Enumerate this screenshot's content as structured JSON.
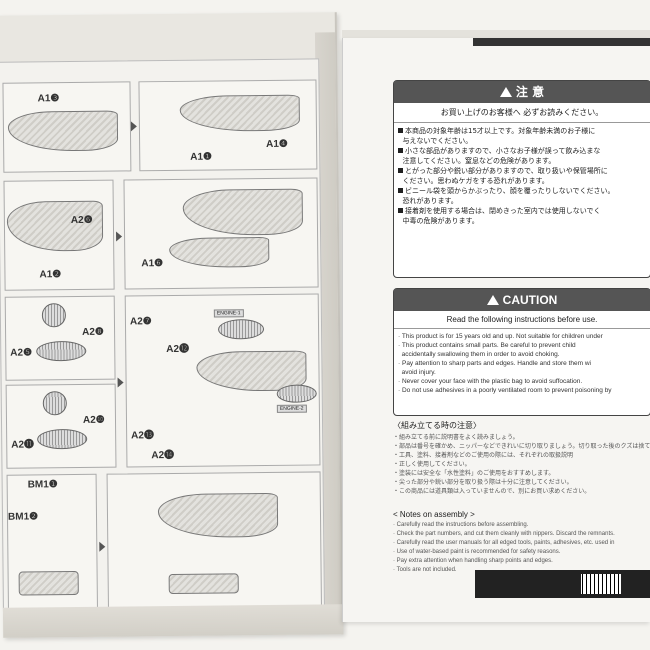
{
  "left_lid": {
    "part_labels": [
      "A1❸",
      "A1❶",
      "A1❹",
      "A2❻",
      "A1❷",
      "A1❻",
      "A2❽",
      "A2❺",
      "A2❼",
      "A2❿",
      "A2⓫",
      "A2⓬",
      "A2⓭",
      "A2⓮",
      "BM1❶",
      "BM1❷"
    ],
    "engine_tags": [
      "ENGINE-1",
      "ENGINE-2"
    ]
  },
  "right_lid": {
    "jp_caution": {
      "heading": "注 意",
      "subheading": "お買い上げのお客様へ 必ずお読みください。",
      "items": [
        "本商品の対象年齢は15才以上です。対象年齢未満のお子様に",
        "与えないでください。",
        "小さな部品がありますので、小さなお子様が誤って飲み込まな",
        "注意してください。窒息などの危険があります。",
        "とがった部分や鋭い部分がありますので、取り扱いや保管場所に",
        "ください。思わぬケガをする恐れがあります。",
        "ビニール袋を頭からかぶったり、顔を覆ったりしないでください。",
        "恐れがあります。",
        "接着剤を使用する場合は、閉めきった室内では使用しないでく",
        "中毒の危険があります。"
      ]
    },
    "en_caution": {
      "heading": "CAUTION",
      "subheading": "Read the following instructions before use.",
      "items": [
        "This product is for 15 years old and up. Not suitable for children under",
        "This product contains small parts. Be careful to prevent child",
        "accidentally swallowing them in order to avoid choking.",
        "Pay attention to sharp parts and edges. Handle and store them wi",
        "avoid injury.",
        "Never cover your face with the plastic bag to avoid suffocation.",
        "Do not use adhesives in a poorly ventilated room to prevent poisoning by"
      ]
    },
    "jp_notes": {
      "title": "〈組み立てる時の注意〉",
      "items": [
        "・組み立てる前に説明書をよく読みましょう。",
        "・部品は番号を確かめ、ニッパーなどできれいに切り取りましょう。切り取った後のクズは捨てて",
        "・工具、塗料、接着剤などのご使用の際には、それぞれの取扱説明",
        "・正しく使用してください。",
        "・塗装には安全な「水性塗料」のご使用をおすすめします。",
        "・尖った部分や鋭い部分を取り扱う際は十分に注意してください。",
        "・この商品には道具類は入っていませんので、別にお買い求めください。"
      ]
    },
    "en_notes": {
      "title": "< Notes on assembly >",
      "items": [
        "Carefully read the instructions before assembling.",
        "Check the part numbers, and cut them cleanly with nippers. Discard the remnants.",
        "Carefully read the user manuals for all edged tools, paints, adhesives, etc. used in",
        "Use of water-based paint is recommended for safety reasons.",
        "Pay extra attention when handling sharp points and edges.",
        "Tools are not included."
      ]
    }
  }
}
